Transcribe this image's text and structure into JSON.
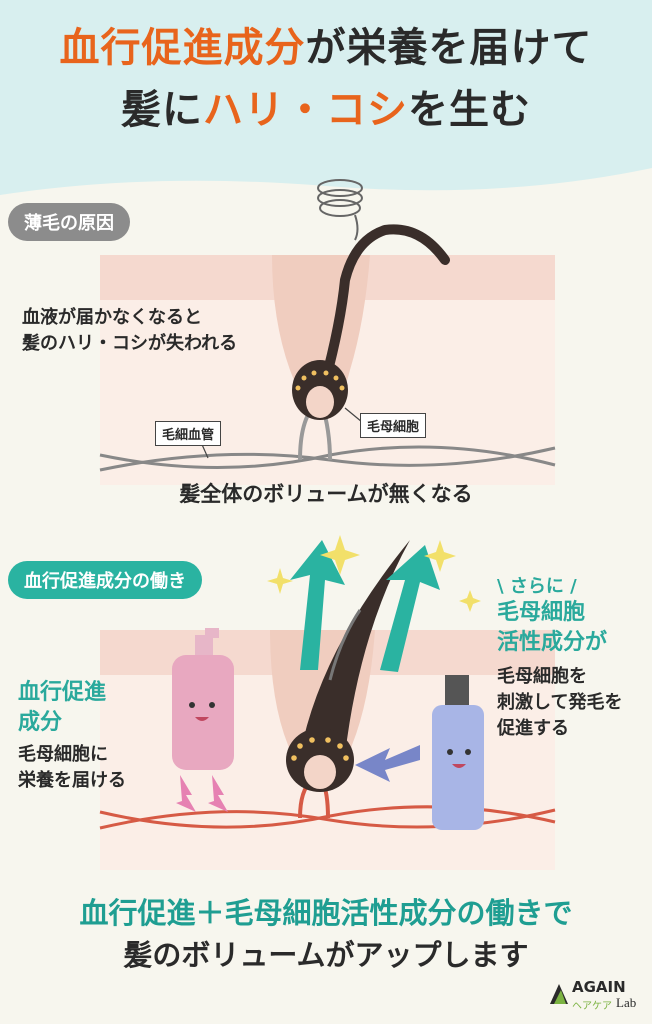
{
  "header": {
    "line1_a": "血行促進成分",
    "line1_b": "が栄養を届けて",
    "line2_a": "髪に",
    "line2_b": "ハリ・コシ",
    "line2_c": "を生む"
  },
  "section1": {
    "badge": "薄毛の原因",
    "text_line1": "血液が届かなくなると",
    "text_line2": "髪のハリ・コシが失われる",
    "capillary_label": "毛細血管",
    "cell_label": "毛母細胞",
    "caption": "髪全体のボリュームが無くなる"
  },
  "section2": {
    "badge": "血行促進成分の働き",
    "left_title_1": "血行促進",
    "left_title_2": "成分",
    "left_desc_1": "毛母細胞に",
    "left_desc_2": "栄養を届ける",
    "right_intro": "さらに",
    "right_title_1": "毛母細胞",
    "right_title_2": "活性成分が",
    "right_desc_1": "毛母細胞を",
    "right_desc_2": "刺激して発毛を",
    "right_desc_3": "促進する"
  },
  "footer": {
    "line1": "血行促進＋毛母細胞活性成分の働きで",
    "line2": "髪のボリュームがアップします",
    "logo_main": "AGAIN",
    "logo_sub": "ヘアケア",
    "logo_lab": "Lab"
  },
  "colors": {
    "accent_orange": "#e8641c",
    "teal": "#2aa99c",
    "header_bg": "#d8efef",
    "skin": "#f5d9cf",
    "badge_gray": "#8c8c8c"
  }
}
